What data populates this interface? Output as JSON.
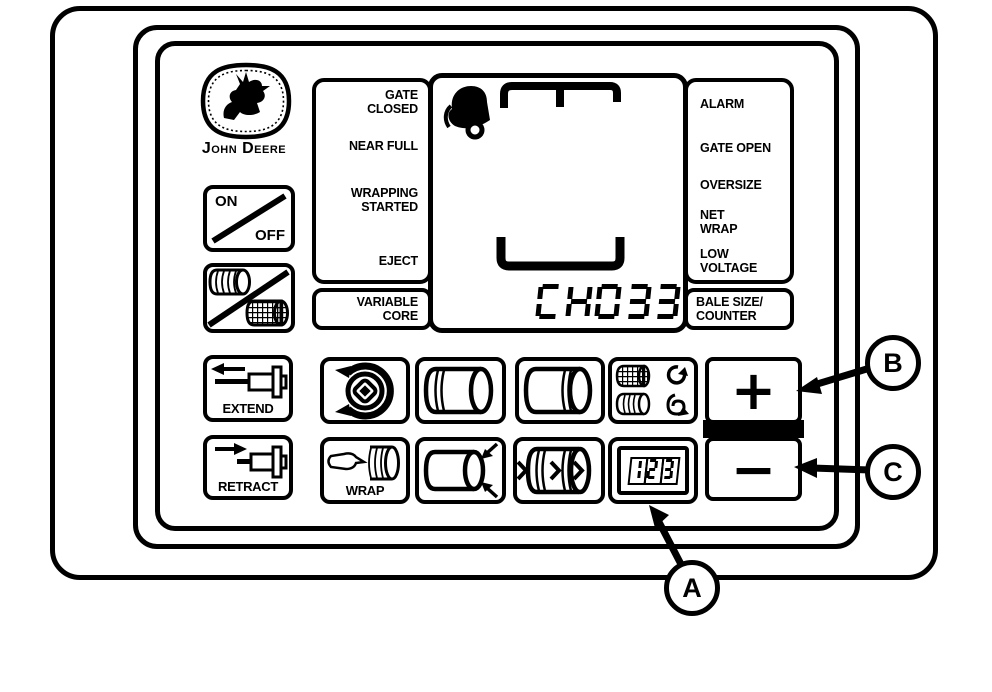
{
  "branding": {
    "logo_text": "John Deere",
    "logo_icon": "leaping-deer"
  },
  "power_button": {
    "on": "ON",
    "off": "OFF"
  },
  "extend_button": {
    "label": "EXTEND"
  },
  "retract_button": {
    "label": "RETRACT"
  },
  "wrap_button": {
    "label": "WRAP"
  },
  "left_status_panel": {
    "items": [
      "GATE\nCLOSED",
      "NEAR FULL",
      "WRAPPING\nSTARTED",
      "EJECT"
    ],
    "variable_core": "VARIABLE\nCORE"
  },
  "right_status_panel": {
    "items": [
      "ALARM",
      "GATE OPEN",
      "OVERSIZE",
      "NET\nWRAP",
      "LOW\nVOLTAGE"
    ],
    "bale_size_counter": "BALE SIZE/\nCOUNTER"
  },
  "display": {
    "value": "CH033",
    "bell_icon": "alarm-bell",
    "shape": "bale-chamber-outline"
  },
  "counter_button": {
    "value": "123"
  },
  "plus_button": {
    "label": "+"
  },
  "minus_button": {
    "label": "−"
  },
  "callouts": {
    "a": "A",
    "b": "B",
    "c": "C"
  },
  "colors": {
    "ink": "#000000",
    "background": "#ffffff"
  }
}
